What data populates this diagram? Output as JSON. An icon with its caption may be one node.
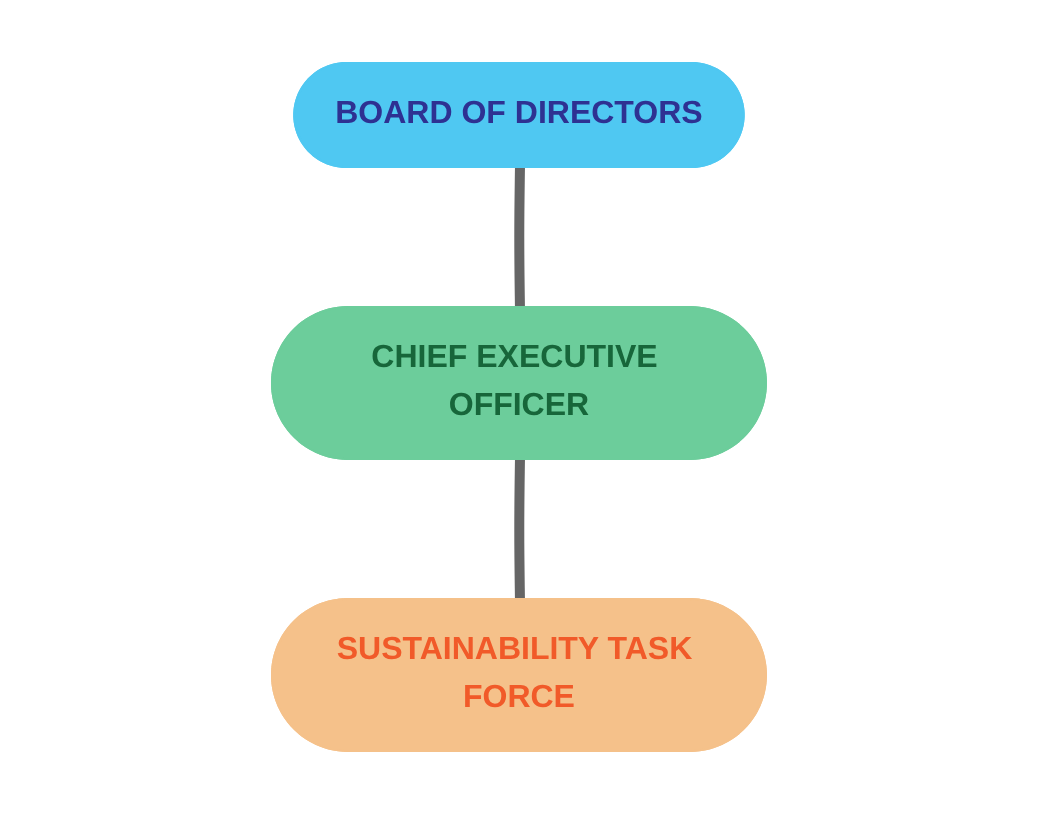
{
  "diagram": {
    "nodes": [
      {
        "text": [
          "BOARD OF DIRECTORS"
        ]
      },
      {
        "text": [
          "CHIEF EXECUTIVE OFFICER"
        ]
      },
      {
        "text": [
          "SUSTAINABILITY TASK FORCE"
        ]
      }
    ],
    "edges": [
      {
        "from": 0,
        "to": 1,
        "arrow": "none"
      },
      {
        "from": 1,
        "to": 2,
        "arrow": "none"
      }
    ]
  }
}
